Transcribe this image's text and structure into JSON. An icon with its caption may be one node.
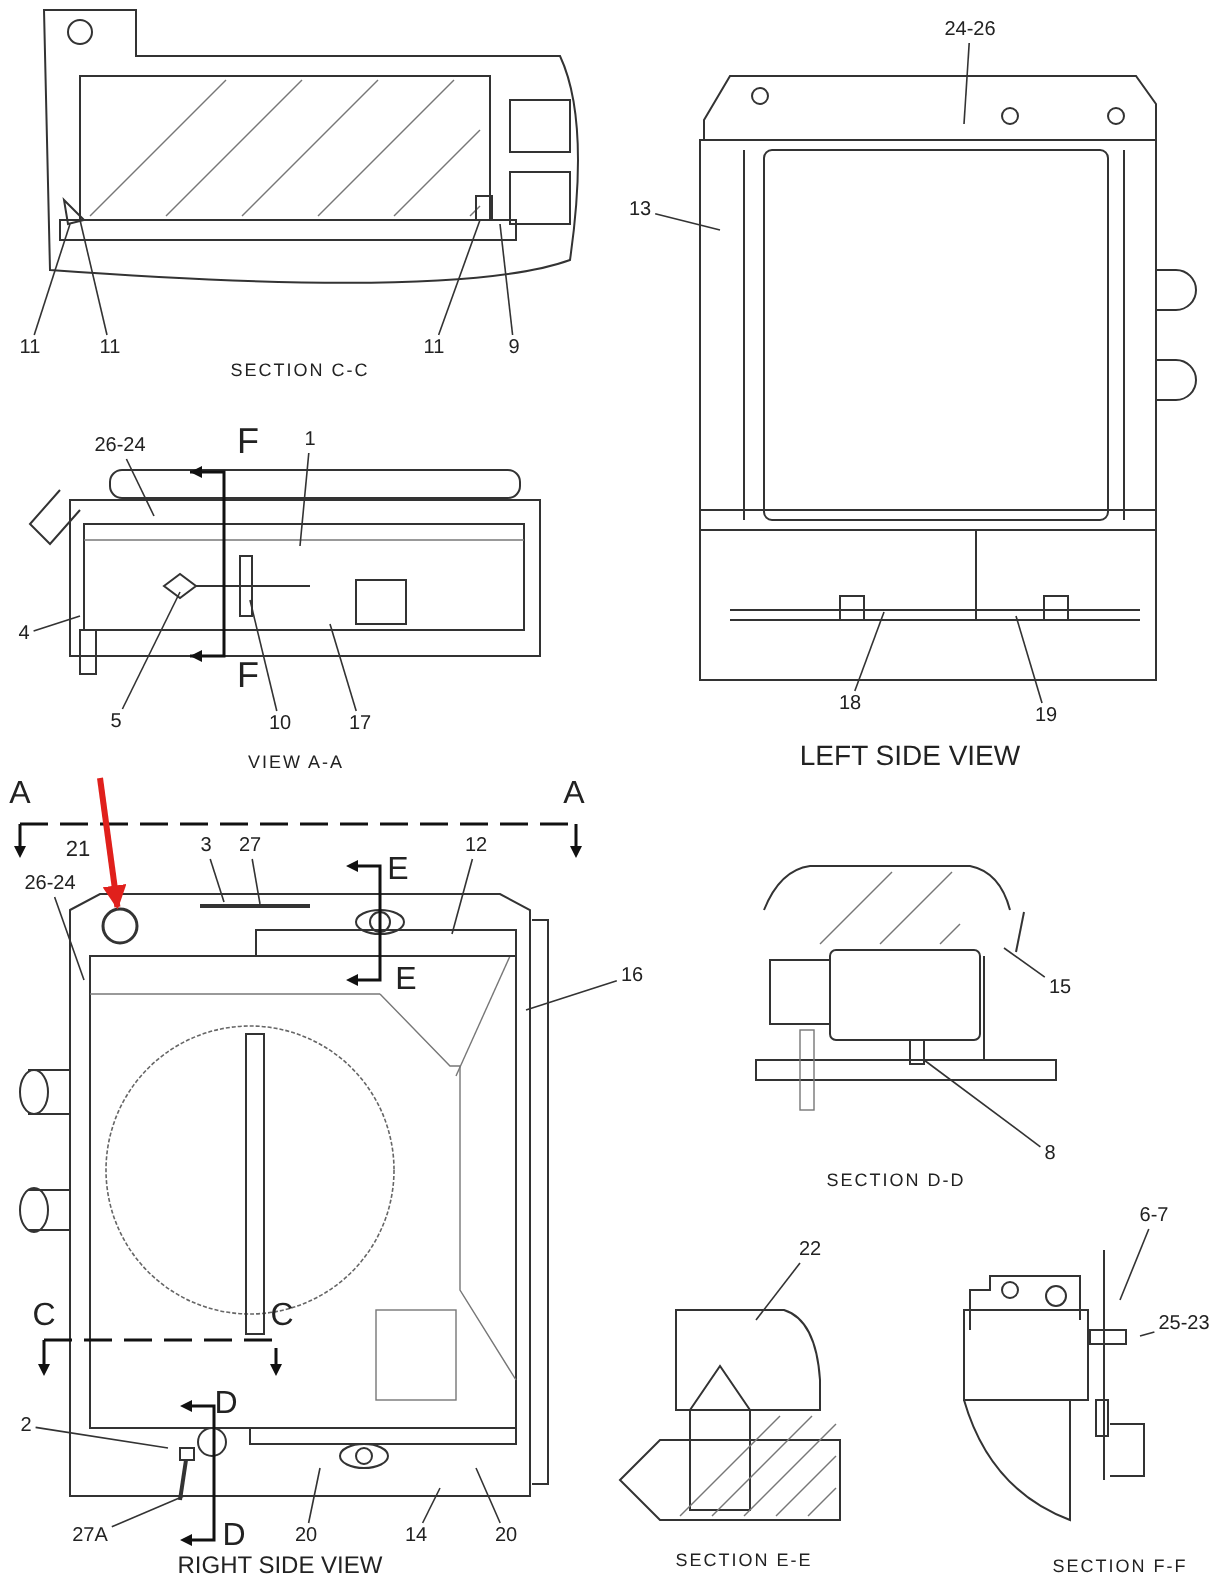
{
  "diagram": {
    "nodes": [
      {
        "text": [
          "11"
        ]
      },
      {
        "text": [
          "11"
        ]
      },
      {
        "text": [
          "11"
        ]
      },
      {
        "text": [
          "9"
        ]
      },
      {
        "text": [
          "24-26"
        ]
      },
      {
        "text": [
          "13"
        ]
      },
      {
        "text": [
          "26-24"
        ]
      },
      {
        "text": [
          "1"
        ]
      },
      {
        "text": [
          "4"
        ]
      },
      {
        "text": [
          "5"
        ]
      },
      {
        "text": [
          "10"
        ]
      },
      {
        "text": [
          "17"
        ]
      },
      {
        "text": [
          "18"
        ]
      },
      {
        "text": [
          "19"
        ]
      },
      {
        "text": [
          "3"
        ]
      },
      {
        "text": [
          "27"
        ]
      },
      {
        "text": [
          "12"
        ]
      },
      {
        "text": [
          "26-24"
        ]
      },
      {
        "text": [
          "16"
        ]
      },
      {
        "text": [
          "15"
        ]
      },
      {
        "text": [
          "8"
        ]
      },
      {
        "text": [
          "2"
        ]
      },
      {
        "text": [
          "27A"
        ]
      },
      {
        "text": [
          "20"
        ]
      },
      {
        "text": [
          "14"
        ]
      },
      {
        "text": [
          "20"
        ]
      },
      {
        "text": [
          "22"
        ]
      },
      {
        "text": [
          "6-7"
        ]
      },
      {
        "text": [
          "25-23"
        ]
      },
      {
        "text": [],
        "shape": "circle",
        "in": 33
      },
      {
        "text": [],
        "shape": "picture"
      },
      {
        "text": [],
        "shape": "picture"
      },
      {
        "text": [],
        "shape": "picture"
      },
      {
        "text": [],
        "shape": "picture"
      },
      {
        "text": [],
        "shape": "picture"
      },
      {
        "text": [],
        "shape": "picture"
      },
      {
        "text": [],
        "shape": "picture"
      }
    ],
    "edges": [
      {
        "from": 0,
        "to": 30,
        "arrow": "none"
      },
      {
        "from": 1,
        "to": 30,
        "arrow": "none"
      },
      {
        "from": 2,
        "to": 30,
        "arrow": "none"
      },
      {
        "from": 3,
        "to": 30,
        "arrow": "none"
      },
      {
        "from": 4,
        "to": 32,
        "arrow": "none"
      },
      {
        "from": 5,
        "to": 32,
        "arrow": "none"
      },
      {
        "from": 6,
        "to": 31,
        "arrow": "none"
      },
      {
        "from": 7,
        "to": 31,
        "arrow": "none"
      },
      {
        "from": 8,
        "to": 31,
        "arrow": "none"
      },
      {
        "from": 9,
        "to": 31,
        "arrow": "none"
      },
      {
        "from": 10,
        "to": 31,
        "arrow": "none"
      },
      {
        "from": 11,
        "to": 31,
        "arrow": "none"
      },
      {
        "from": 12,
        "to": 32,
        "arrow": "none"
      },
      {
        "from": 13,
        "to": 32,
        "arrow": "none"
      },
      {
        "from": 14,
        "to": 33,
        "arrow": "none"
      },
      {
        "from": 15,
        "to": 33,
        "arrow": "none"
      },
      {
        "from": 16,
        "to": 33,
        "arrow": "none"
      },
      {
        "from": 17,
        "to": 33,
        "arrow": "none"
      },
      {
        "from": 18,
        "to": 33,
        "arrow": "none"
      },
      {
        "from": 19,
        "to": 34,
        "arrow": "none"
      },
      {
        "from": 20,
        "to": 34,
        "arrow": "none"
      },
      {
        "from": 21,
        "to": 33,
        "arrow": "none"
      },
      {
        "from": 22,
        "to": 33,
        "arrow": "none"
      },
      {
        "from": 23,
        "to": 33,
        "arrow": "none"
      },
      {
        "from": 24,
        "to": 33,
        "arrow": "none"
      },
      {
        "from": 25,
        "to": 33,
        "arrow": "none"
      },
      {
        "from": 26,
        "to": 35,
        "arrow": "none"
      },
      {
        "from": 27,
        "to": 36,
        "arrow": "none"
      },
      {
        "from": 28,
        "to": 36,
        "arrow": "none"
      },
      {
        "from": null,
        "to": 29,
        "arrow": "to",
        "style": "thick",
        "color": "#e0201c"
      }
    ],
    "labels": [
      "SECTION C-C",
      "F",
      "F",
      "VIEW A-A",
      "LEFT SIDE VIEW",
      "A",
      "A",
      "21",
      "E",
      "E",
      "SECTION D-D",
      "C",
      "C",
      "D",
      "D",
      "RIGHT SIDE VIEW",
      "SECTION E-E",
      "SECTION F-F"
    ]
  }
}
